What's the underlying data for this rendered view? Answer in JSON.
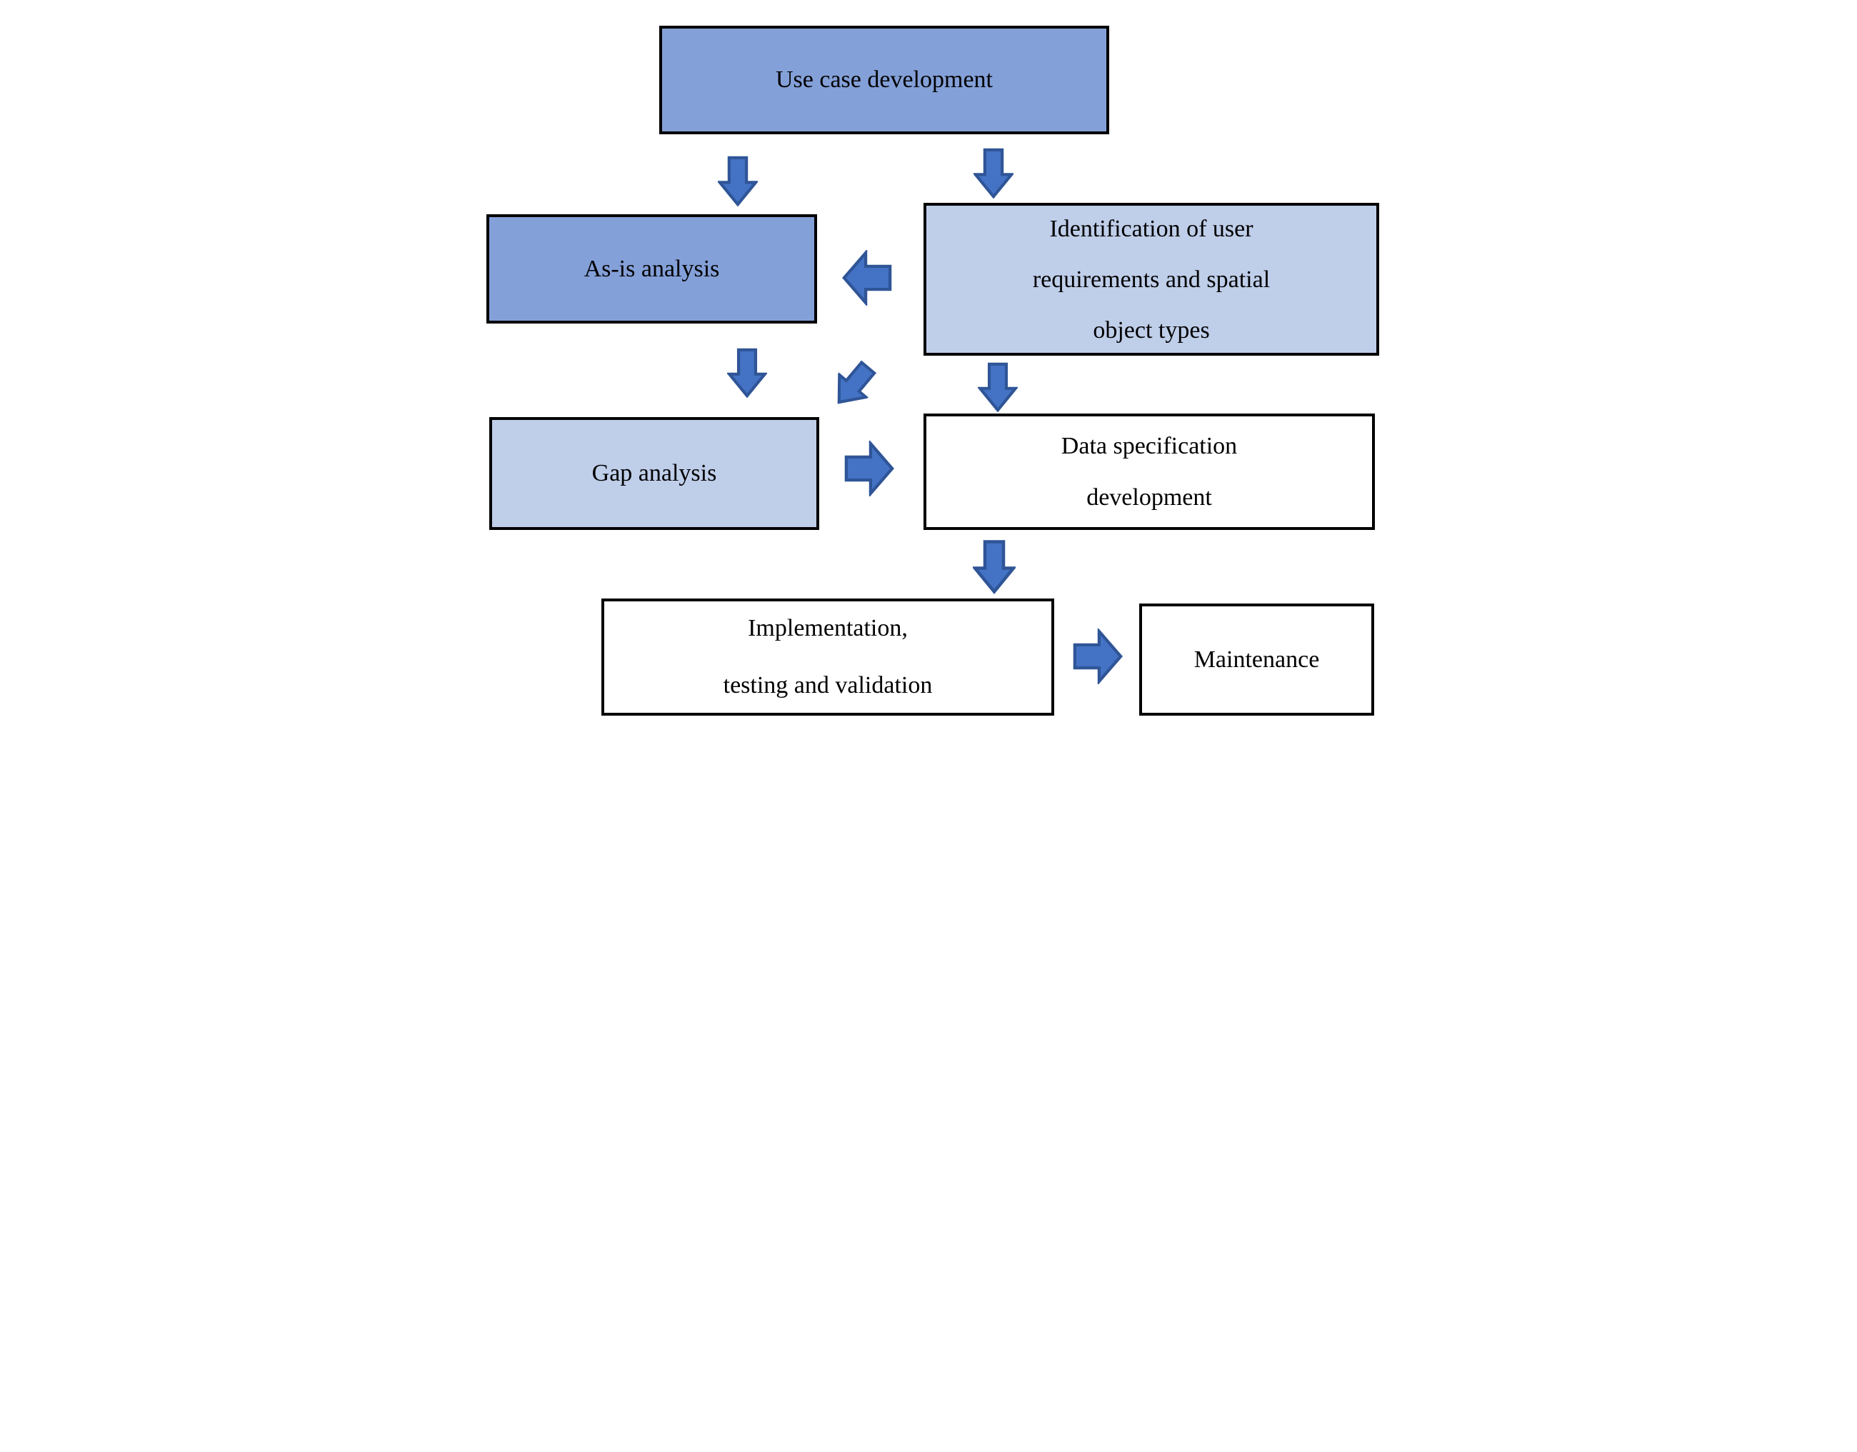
{
  "diagram": {
    "boxes": {
      "use_case": {
        "label": "Use case development"
      },
      "as_is": {
        "label": "As-is analysis"
      },
      "identification": {
        "lines": [
          "Identification of user",
          "requirements and spatial",
          "object types"
        ]
      },
      "gap": {
        "label": "Gap analysis"
      },
      "data_spec": {
        "lines": [
          "Data specification",
          "development"
        ]
      },
      "implementation": {
        "lines": [
          "Implementation,",
          "testing and validation"
        ]
      },
      "maintenance": {
        "label": "Maintenance"
      }
    },
    "arrows": [
      {
        "name": "arrow-usecase-to-asis",
        "direction": "down"
      },
      {
        "name": "arrow-usecase-to-identification",
        "direction": "down"
      },
      {
        "name": "arrow-identification-to-asis",
        "direction": "left"
      },
      {
        "name": "arrow-asis-to-gap",
        "direction": "down"
      },
      {
        "name": "arrow-identification-to-gap",
        "direction": "down-left"
      },
      {
        "name": "arrow-identification-to-dataspec",
        "direction": "down"
      },
      {
        "name": "arrow-gap-to-dataspec",
        "direction": "right"
      },
      {
        "name": "arrow-dataspec-to-implementation",
        "direction": "down"
      },
      {
        "name": "arrow-implementation-to-maintenance",
        "direction": "right"
      }
    ],
    "colors": {
      "box_fill_medium": "#84A0D8",
      "box_fill_light": "#BFCEE9",
      "box_fill_white": "#FFFFFF",
      "box_border": "#000000",
      "arrow_fill": "#4472C4",
      "arrow_stroke": "#2F5597",
      "background": "#FFFFFF",
      "text": "#000000"
    }
  }
}
